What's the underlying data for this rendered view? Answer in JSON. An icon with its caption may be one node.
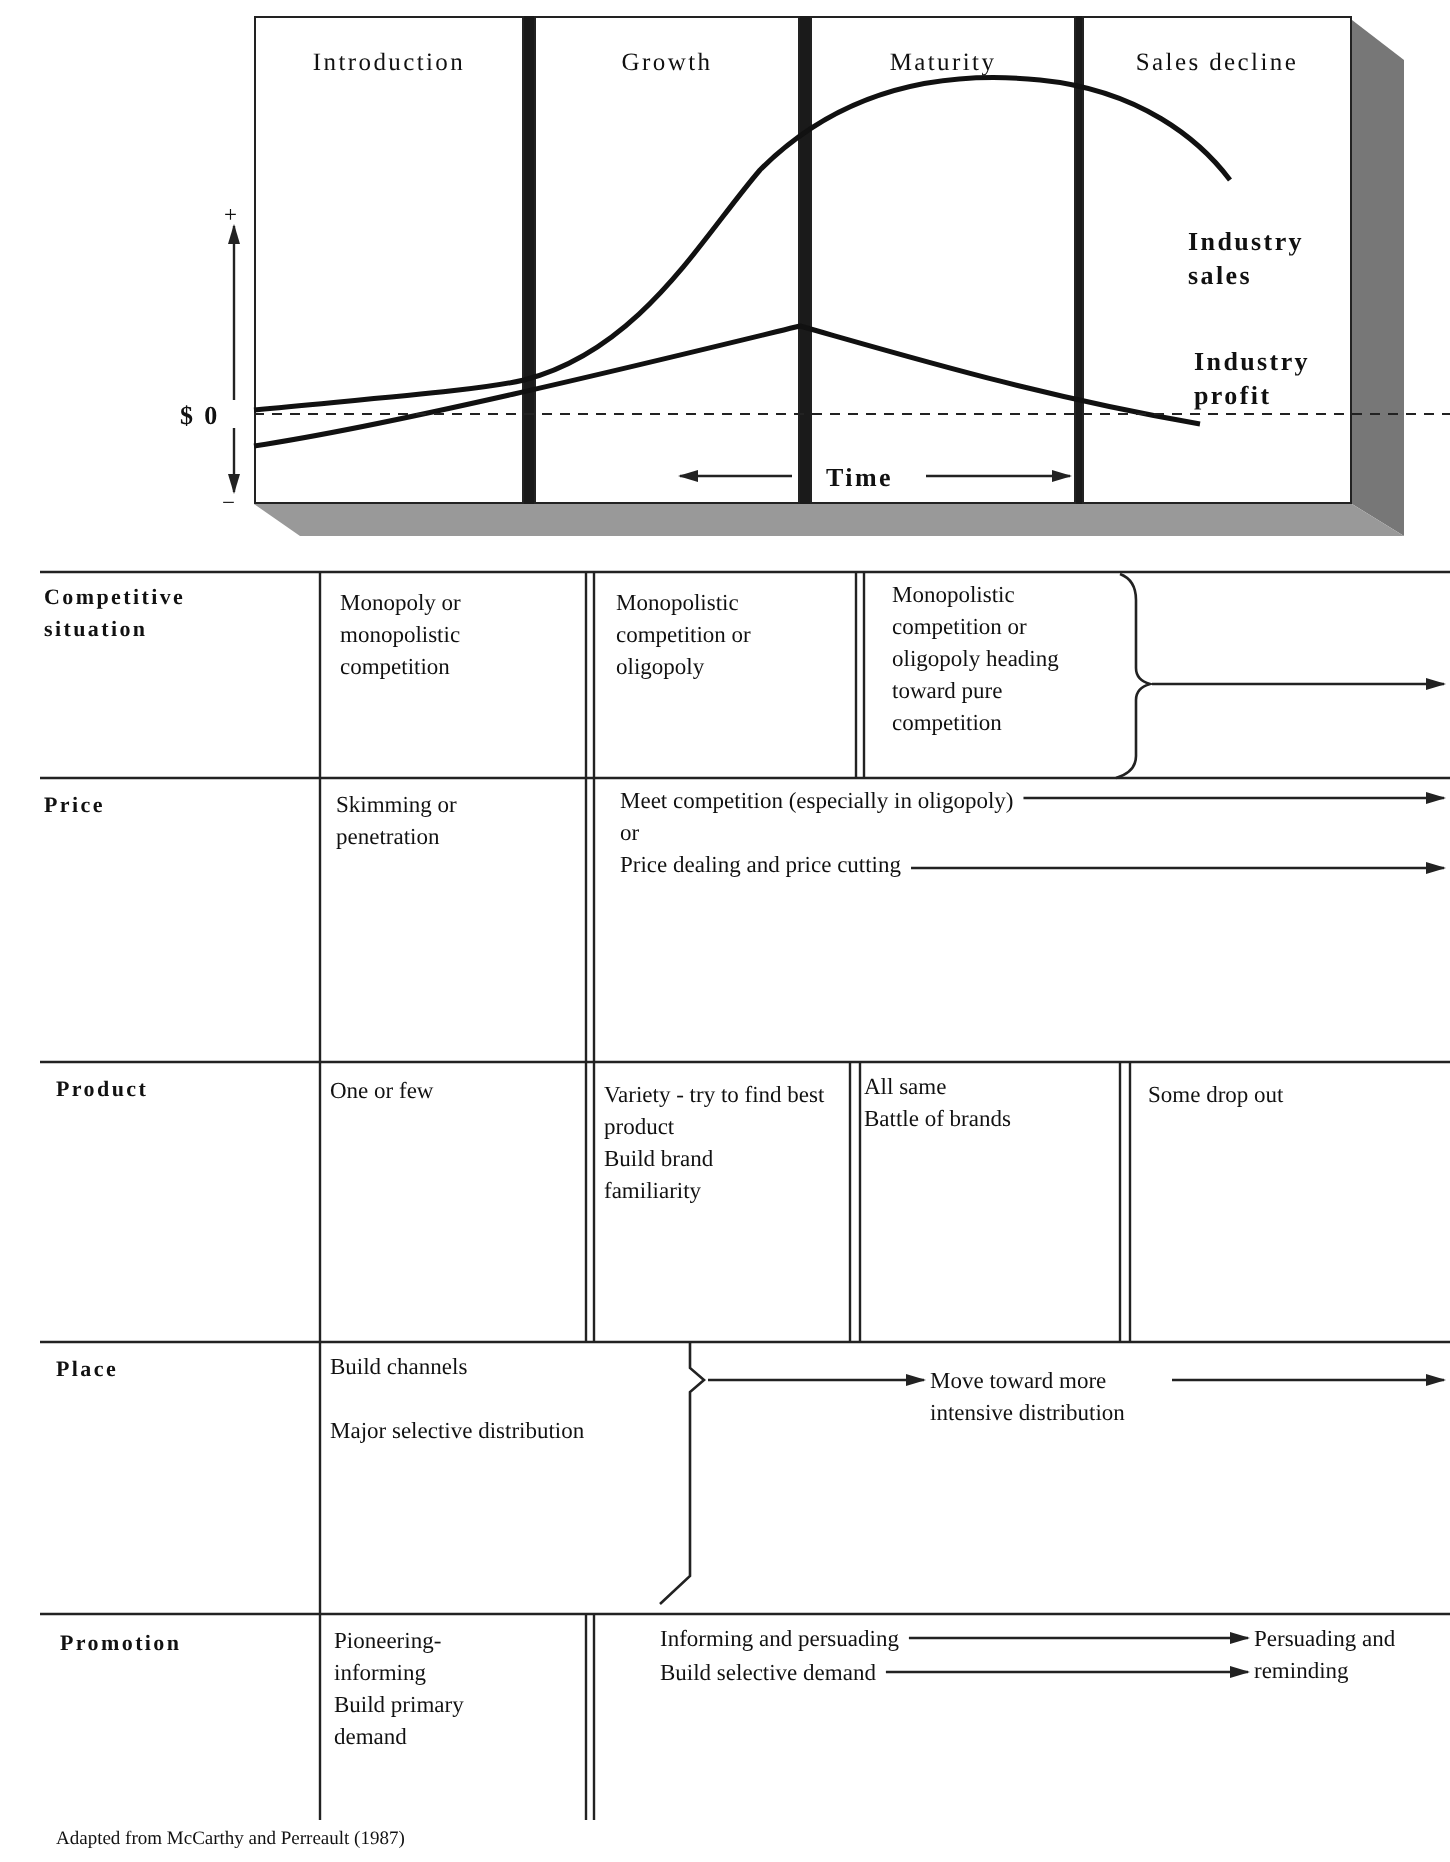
{
  "diagram": {
    "caption": "Adapted from McCarthy and Perreault (1987)",
    "nodes": [
      {
        "text": [
          "Introduction"
        ]
      },
      {
        "text": [
          "Growth"
        ]
      },
      {
        "text": [
          "Maturity"
        ]
      },
      {
        "text": [
          "Sales decline"
        ]
      },
      {
        "text": [
          "Monopolistic competition or oligopoly heading toward pure competition"
        ]
      },
      {
        "text": [
          "Meet competition (especially in oligopoly)"
        ]
      },
      {
        "text": [
          "Price dealing and price cutting"
        ]
      },
      {
        "text": [
          "Build channels",
          "Major selective distribution"
        ]
      },
      {
        "text": [
          "Move toward more intensive distribution"
        ]
      },
      {
        "text": [
          "Informing and persuading"
        ]
      },
      {
        "text": [
          "Build selective demand"
        ]
      },
      {
        "text": [
          "Persuading and reminding"
        ]
      }
    ],
    "edges": [
      {
        "from": 4,
        "to": null,
        "arrow": "to"
      },
      {
        "from": 5,
        "to": null,
        "arrow": "to"
      },
      {
        "from": 6,
        "to": null,
        "arrow": "to"
      },
      {
        "from": 7,
        "to": 8,
        "arrow": "to"
      },
      {
        "from": 8,
        "to": null,
        "arrow": "to"
      },
      {
        "from": 9,
        "to": 11,
        "arrow": "to"
      },
      {
        "from": 10,
        "to": 11,
        "arrow": "to"
      }
    ],
    "labels": [
      "+",
      "Industry sales",
      "Industry profit",
      "$ 0",
      "Time",
      "−",
      "Competitive situation",
      "Monopoly or monopolistic competition",
      "Monopolistic competition or oligopoly",
      "Price",
      "Skimming or penetration",
      "or",
      "Product",
      "One or few",
      "Variety - try to find best product",
      "Build brand familiarity",
      "All same",
      "Battle of brands",
      "Some drop out",
      "Place",
      "Promotion",
      "Pioneering-informing",
      "Build primary demand"
    ]
  }
}
